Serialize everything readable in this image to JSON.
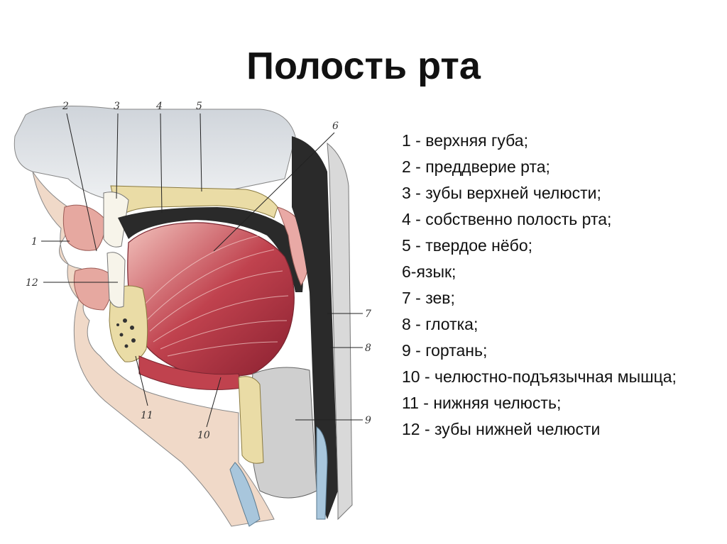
{
  "title": "Полость рта",
  "figure": {
    "number_labels": [
      "1",
      "2",
      "3",
      "4",
      "5",
      "6",
      "7",
      "8",
      "9",
      "10",
      "11",
      "12"
    ],
    "colors": {
      "muscle": "#c0424e",
      "muscle_light": "#e9a9a5",
      "bone": "#eadca6",
      "skin": "#f0d9c8",
      "cavity": "#2a2a2a",
      "nasal": "#dfe3e8",
      "cartilage": "#a8c6dc"
    }
  },
  "legend": [
    "1 - верхняя губа;",
    "2 - преддверие рта;",
    "3 - зубы верхней челюсти;",
    "4 - собственно полость рта;",
    "5 - твердое нёбо;",
    "6-язык;",
    "7 - зев;",
    "8 - глотка;",
    "9 - гортань;",
    "10 - челюстно-подъязычная мышца;",
    "11 - нижняя челюсть;",
    "12 - зубы нижней челюсти"
  ]
}
